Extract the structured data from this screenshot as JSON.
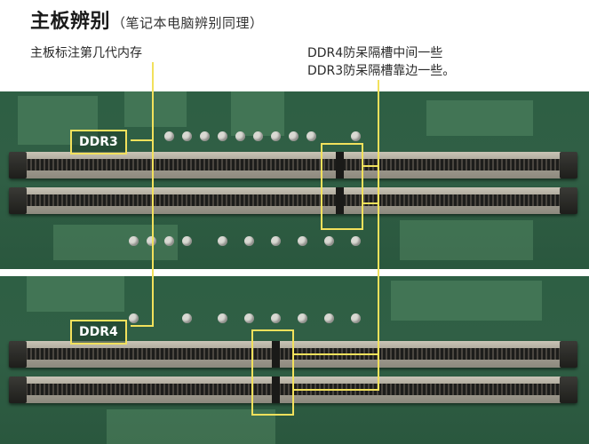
{
  "header": {
    "title": "主板辨别",
    "subtitle": "（笔记本电脑辨别同理）"
  },
  "annotations": {
    "left": "主板标注第几代内存",
    "right_line1": "DDR4防呆隔槽中间一些",
    "right_line2": "DDR3防呆隔槽靠边一些。"
  },
  "labels": {
    "top": "DDR3",
    "bottom": "DDR4"
  },
  "colors": {
    "accent": "#f2e15c",
    "board": "#2e5f44"
  }
}
